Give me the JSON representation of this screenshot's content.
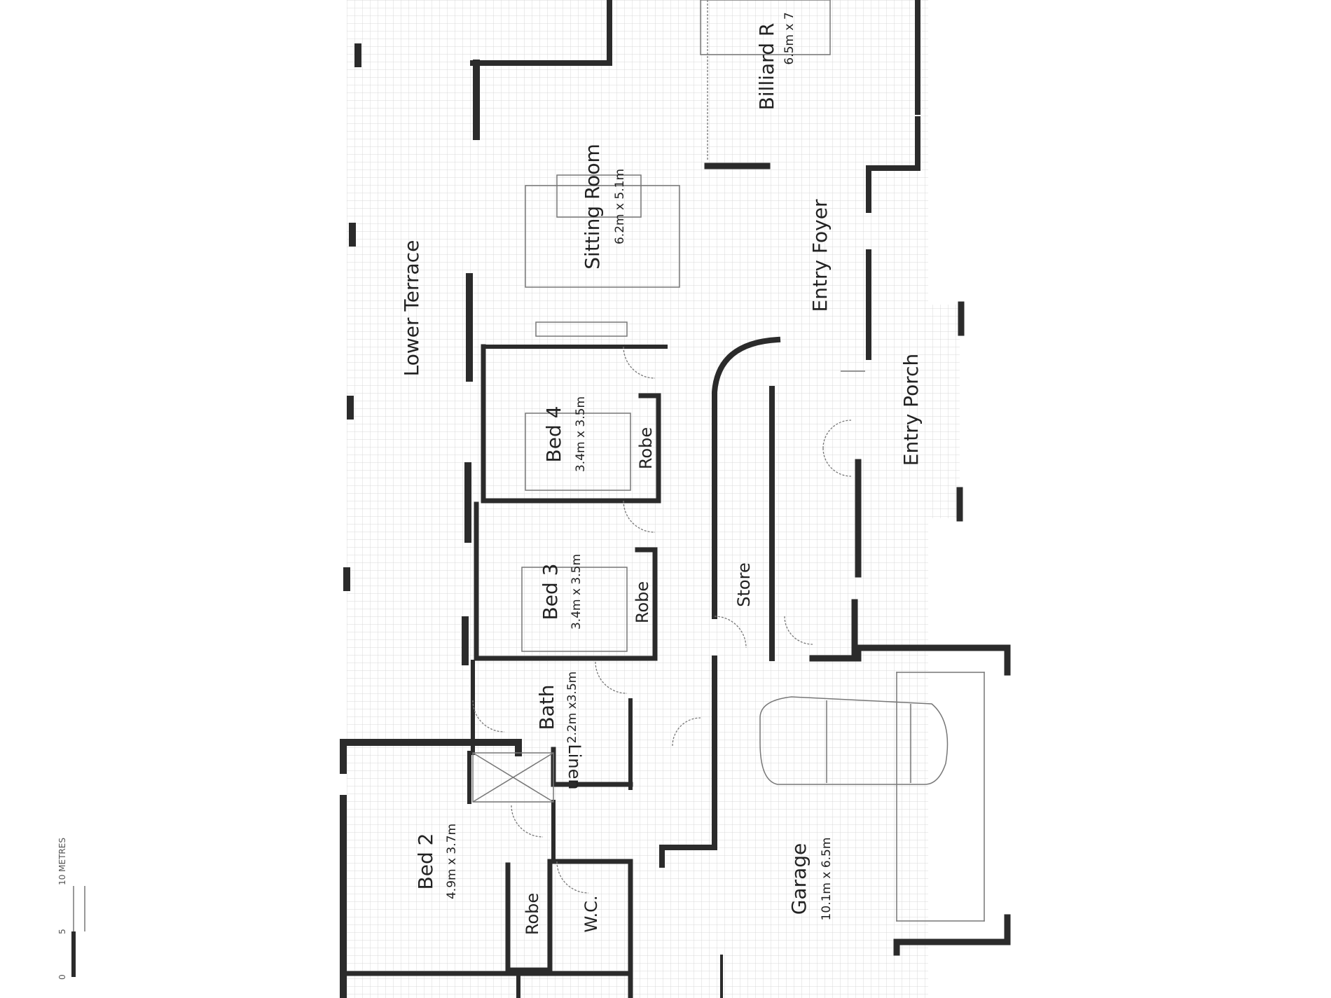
{
  "rooms": {
    "billiard": {
      "name": "Billiard R",
      "dims": "6.5m x 7"
    },
    "sitting": {
      "name": "Sitting Room",
      "dims": "6.2m x 5.1m"
    },
    "foyer": {
      "name": "Entry Foyer"
    },
    "terrace": {
      "name": "Lower Terrace"
    },
    "porch": {
      "name": "Entry Porch"
    },
    "bed4": {
      "name": "Bed 4",
      "dims": "3.4m x 3.5m"
    },
    "robe4": {
      "name": "Robe"
    },
    "bed3": {
      "name": "Bed 3",
      "dims": "3.4m x 3.5m"
    },
    "robe3": {
      "name": "Robe"
    },
    "store": {
      "name": "Store"
    },
    "bath": {
      "name": "Bath",
      "dims": "2.2m x3.5m"
    },
    "linen": {
      "name": "Linen"
    },
    "bed2": {
      "name": "Bed 2",
      "dims": "4.9m x 3.7m"
    },
    "robe2": {
      "name": "Robe"
    },
    "wc": {
      "name": "W.C."
    },
    "garage": {
      "name": "Garage",
      "dims": "10.1m x 6.5m"
    }
  },
  "scale_bar": {
    "label_start": "0",
    "label_mid": "5",
    "label_end": "10 METRES"
  },
  "colors": {
    "wall": "#2b2b2b",
    "grid": "#d9d9d9",
    "line": "#777777"
  }
}
